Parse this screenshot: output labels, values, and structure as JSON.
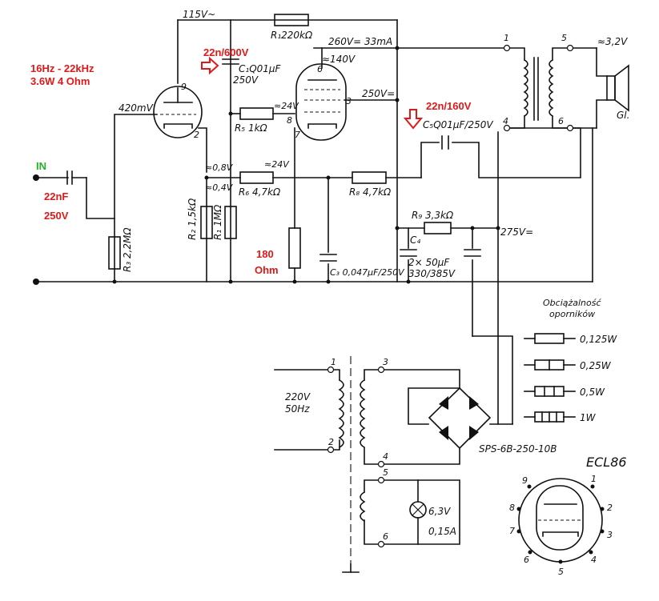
{
  "annotations": {
    "freq_range": "16Hz - 22kHz",
    "power": "3.6W 4 Ohm",
    "input": "IN",
    "coupling_cap_value": "22nF",
    "coupling_cap_voltage": "250V",
    "c1_replace": "22n/600V",
    "c5_replace": "22n/160V",
    "cathode_res": "180",
    "cathode_res_unit": "Ohm"
  },
  "labels": {
    "v115": "115V~",
    "r1": "R₁220kΩ",
    "c1": "C₁Q01µF",
    "c1_volt": "250V",
    "v260": "260V= 33mA",
    "v140": "≈140V",
    "v250": "250V=",
    "v420": "420mV",
    "r5": "R₅ 1kΩ",
    "v24a": "≈24V",
    "v24b": "≈24V",
    "c5": "C₅Q01µF/250V",
    "v08": "≈0,8V",
    "v04": "≈0,4V",
    "r6": "R₆ 4,7kΩ",
    "r8": "R₈ 4,7kΩ",
    "r9": "R₉ 3,3kΩ",
    "v275": "275V=",
    "r2": "R₂ 1,5kΩ",
    "r1b": "R₁ 1MΩ",
    "r3": "R₃ 2,2MΩ",
    "c4": "C₄",
    "c4_val": "2× 50µF",
    "c4_volt": "330/385V",
    "c3": "C₃ 0,047µF/250V",
    "pin9": "9",
    "pin2": "2",
    "pin6": "6",
    "pin3": "3",
    "pin8": "8",
    "pin7": "7",
    "out_v": "≈3,2V",
    "speaker": "Gl.",
    "ot1": "1",
    "ot4": "4",
    "ot5": "5",
    "ot6": "6",
    "load_title1": "Obciążalność",
    "load_title2": "oporników",
    "pt1": "1",
    "pt2": "2",
    "pt3": "3",
    "pt4": "4",
    "pt5": "5",
    "pt6": "6",
    "mains_v": "220V",
    "mains_hz": "50Hz",
    "bridge": "SPS-6B-250-10B",
    "heater_v": "6,3V",
    "heater_a": "0,15A",
    "tube": "ECL86",
    "tp9": "9",
    "tp1": "1",
    "tp8": "8",
    "tp2": "2",
    "tp7": "7",
    "tp3": "3",
    "tp6": "6",
    "tp4": "4",
    "tp5": "5"
  },
  "resistor_ratings": [
    "0,125W",
    "0,25W",
    "0,5W",
    "1W"
  ],
  "colors": {
    "annotation": "#e01818",
    "input": "#22b422",
    "ink": "#111111"
  }
}
